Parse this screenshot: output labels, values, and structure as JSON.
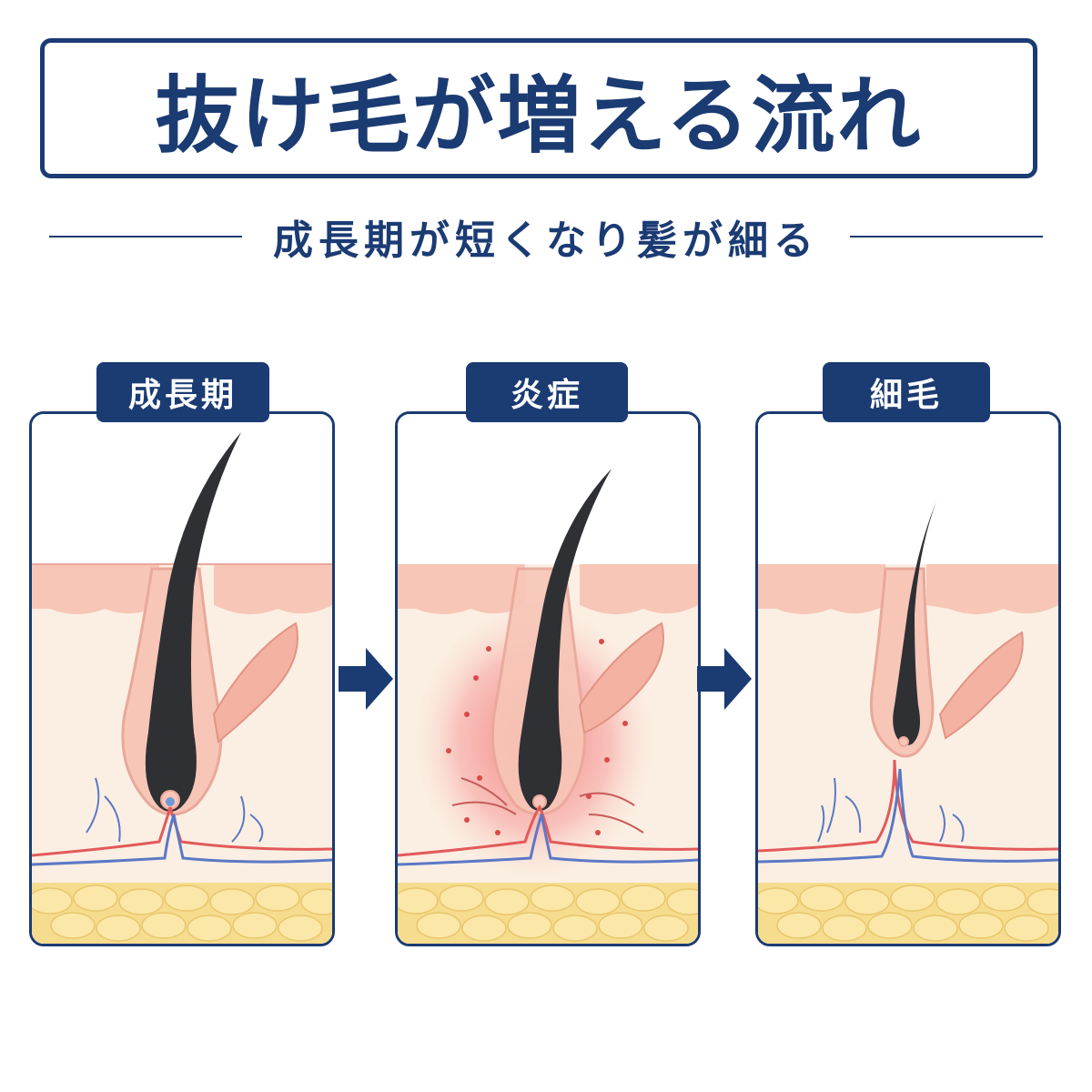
{
  "title": "抜け毛が増える流れ",
  "subtitle": "成長期が短くなり髪が細る",
  "stages": [
    {
      "label": "成長期"
    },
    {
      "label": "炎症"
    },
    {
      "label": "細毛"
    }
  ],
  "colors": {
    "navy": "#1b3b73",
    "skin": "#f7c6b7",
    "dermis": "#fbefe3",
    "fat": "#f6dc8e",
    "hair": "#2f3034",
    "artery": "#e25a5a",
    "vein": "#5b78c6",
    "inflammation": "#f25b5b"
  },
  "icons": {
    "arrow": "right-arrow-icon"
  }
}
